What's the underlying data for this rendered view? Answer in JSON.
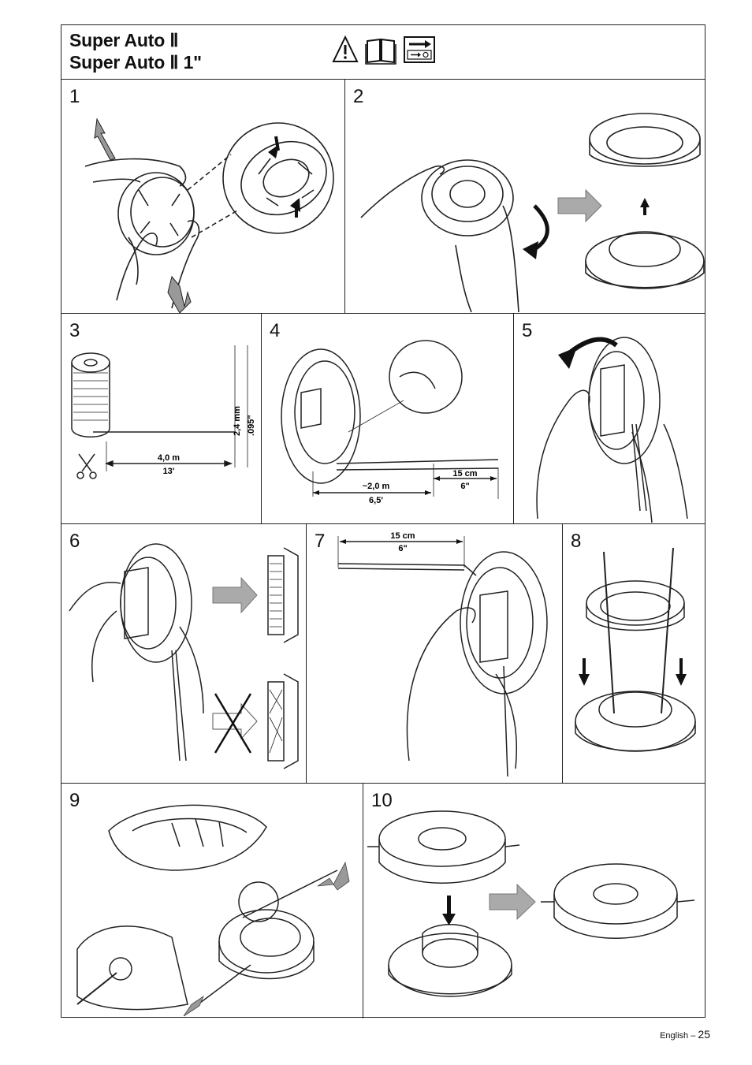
{
  "header": {
    "title_line1": "Super Auto Ⅱ",
    "title_line2": "Super Auto Ⅱ 1\"",
    "icons": [
      "warning-triangle-icon",
      "manual-book-icon",
      "reference-arrow-icon"
    ]
  },
  "steps": [
    {
      "number": "1"
    },
    {
      "number": "2"
    },
    {
      "number": "3",
      "dims": {
        "length_metric": "4,0 m",
        "length_imperial": "13'",
        "diameter_metric": "2,4 mm",
        "diameter_imperial": ".095\""
      }
    },
    {
      "number": "4",
      "dims": {
        "length_metric": "~2,0 m",
        "length_imperial": "6,5'",
        "end_metric": "15 cm",
        "end_imperial": "6\""
      }
    },
    {
      "number": "5"
    },
    {
      "number": "6"
    },
    {
      "number": "7",
      "dims": {
        "end_metric": "15 cm",
        "end_imperial": "6\""
      }
    },
    {
      "number": "8"
    },
    {
      "number": "9"
    },
    {
      "number": "10"
    }
  ],
  "footer": {
    "language": "English –",
    "page_number": "25"
  }
}
